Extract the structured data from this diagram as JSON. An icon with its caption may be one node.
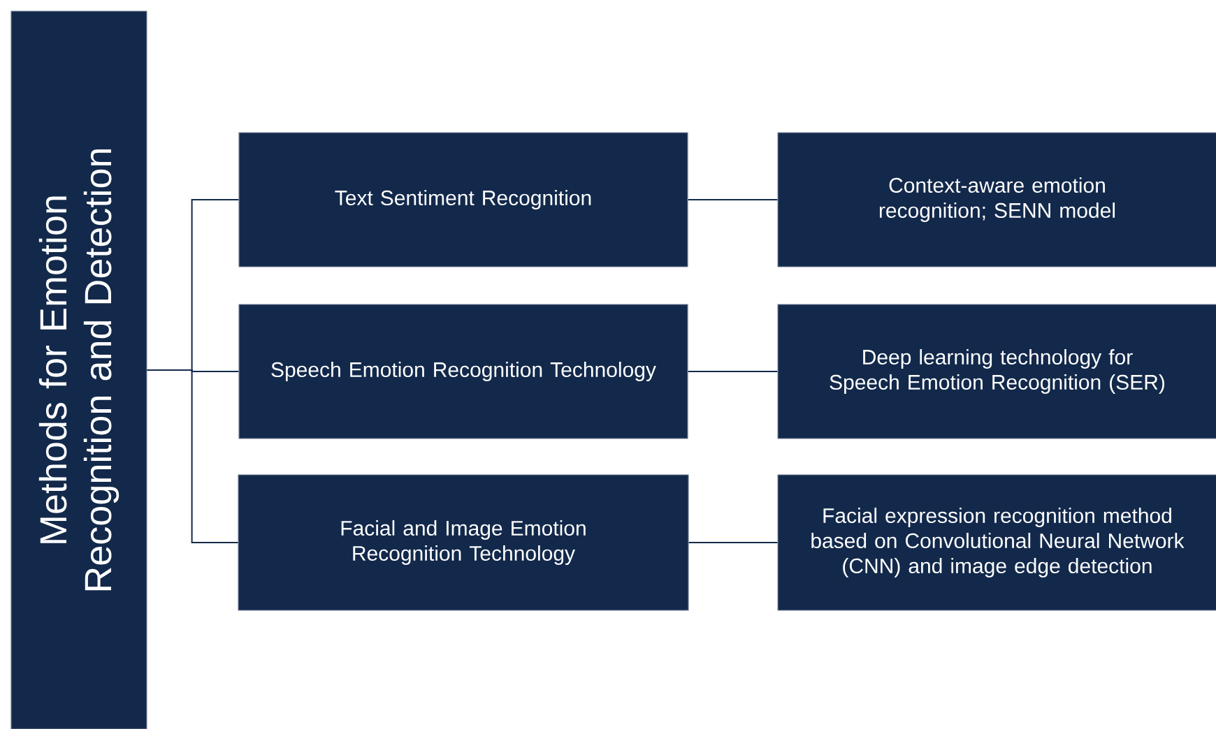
{
  "diagram": {
    "nodes": [
      {
        "text": [
          "Methods for Emotion Recognition and Detection"
        ]
      },
      {
        "text": [
          "Text Sentiment Recognition"
        ]
      },
      {
        "text": [
          "Speech Emotion Recognition Technology"
        ]
      },
      {
        "text": [
          "Facial and Image Emotion Recognition Technology"
        ]
      },
      {
        "text": [
          "Context-aware emotion recognition; SENN model"
        ]
      },
      {
        "text": [
          "Deep learning technology for Speech Emotion Recognition (SER)"
        ]
      },
      {
        "text": [
          "Facial expression recognition method based on Convolutional Neural Network (CNN) and image edge detection"
        ]
      }
    ],
    "edges": [
      {
        "from": 0,
        "to": 1,
        "arrow": "none"
      },
      {
        "from": 0,
        "to": 2,
        "arrow": "none"
      },
      {
        "from": 0,
        "to": 3,
        "arrow": "none"
      },
      {
        "from": 1,
        "to": 4,
        "arrow": "none"
      },
      {
        "from": 2,
        "to": 5,
        "arrow": "none"
      },
      {
        "from": 3,
        "to": 6,
        "arrow": "none"
      }
    ]
  }
}
